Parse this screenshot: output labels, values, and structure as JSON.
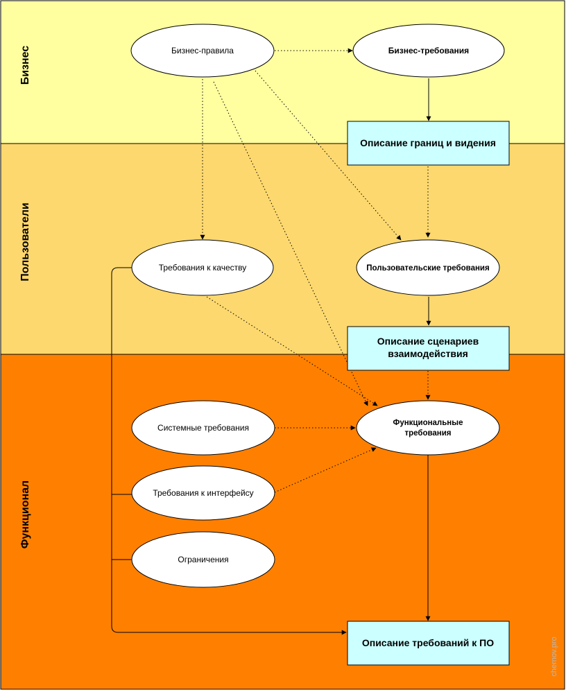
{
  "lanes": [
    {
      "id": "business",
      "label": "Бизнес",
      "color": "#FFFFA0"
    },
    {
      "id": "users",
      "label": "Пользователи",
      "color": "#FDD86E"
    },
    {
      "id": "functional",
      "label": "Функционал",
      "color": "#FF8000"
    }
  ],
  "nodes": {
    "business_rules": {
      "label": "Бизнес-правила"
    },
    "business_requirements": {
      "label": "Бизнес-требования"
    },
    "vision_scope": {
      "label": "Описание границ и видения"
    },
    "quality_requirements": {
      "label": "Требования к качеству"
    },
    "user_requirements": {
      "label": "Пользовательские требования"
    },
    "use_cases": {
      "line1": "Описание сценариев",
      "line2": "взаимодействия"
    },
    "system_requirements": {
      "label": "Системные требования"
    },
    "functional_requirements": {
      "line1": "Функциональные",
      "line2": "требования"
    },
    "interface_requirements": {
      "label": "Требования к интерфейсу"
    },
    "constraints": {
      "label": "Ограничения"
    },
    "software_requirements_spec": {
      "label": "Описание требований к ПО"
    }
  },
  "colors": {
    "document_box": "#CCFFFF",
    "ellipse_fill": "#FFFFFF",
    "stroke": "#000000"
  },
  "watermark": "chernov.pro"
}
